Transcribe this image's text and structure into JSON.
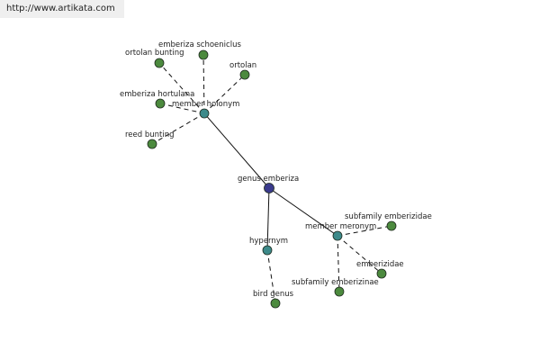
{
  "site": {
    "url": "http://www.artikata.com"
  },
  "graph": {
    "colors": {
      "center": "#3a3a8c",
      "relation": "#3d8a8a",
      "leaf": "#4c8a3e",
      "stroke": "#1e2a1e",
      "edge": "#111111"
    },
    "nodes": [
      {
        "id": "genus",
        "label": "genus emberiza",
        "kind": "center"
      },
      {
        "id": "holonym",
        "label": "member holonym",
        "kind": "relation"
      },
      {
        "id": "hypernym",
        "label": "hypernym",
        "kind": "relation"
      },
      {
        "id": "meronym",
        "label": "member meronym",
        "kind": "relation"
      },
      {
        "id": "ortolan_bunting",
        "label": "ortolan bunting",
        "kind": "leaf"
      },
      {
        "id": "schoeniclus",
        "label": "emberiza schoeniclus",
        "kind": "leaf"
      },
      {
        "id": "ortolan",
        "label": "ortolan",
        "kind": "leaf"
      },
      {
        "id": "hortulana",
        "label": "emberiza hortulana",
        "kind": "leaf"
      },
      {
        "id": "reed_bunting",
        "label": "reed bunting",
        "kind": "leaf"
      },
      {
        "id": "bird_genus",
        "label": "bird genus",
        "kind": "leaf"
      },
      {
        "id": "subfam_ae",
        "label": "subfamily emberizidae",
        "kind": "leaf"
      },
      {
        "id": "emberizidae",
        "label": "emberizidae",
        "kind": "leaf"
      },
      {
        "id": "subfam_inae",
        "label": "subfamily emberizinae",
        "kind": "leaf"
      }
    ],
    "edges": [
      {
        "from": "genus",
        "to": "holonym",
        "style": "solid"
      },
      {
        "from": "genus",
        "to": "hypernym",
        "style": "solid"
      },
      {
        "from": "genus",
        "to": "meronym",
        "style": "solid"
      },
      {
        "from": "holonym",
        "to": "ortolan_bunting",
        "style": "dashed"
      },
      {
        "from": "holonym",
        "to": "schoeniclus",
        "style": "dashed"
      },
      {
        "from": "holonym",
        "to": "ortolan",
        "style": "dashed"
      },
      {
        "from": "holonym",
        "to": "hortulana",
        "style": "dashed"
      },
      {
        "from": "holonym",
        "to": "reed_bunting",
        "style": "dashed"
      },
      {
        "from": "hypernym",
        "to": "bird_genus",
        "style": "dashed"
      },
      {
        "from": "meronym",
        "to": "subfam_ae",
        "style": "dashed"
      },
      {
        "from": "meronym",
        "to": "emberizidae",
        "style": "dashed"
      },
      {
        "from": "meronym",
        "to": "subfam_inae",
        "style": "dashed"
      }
    ]
  }
}
